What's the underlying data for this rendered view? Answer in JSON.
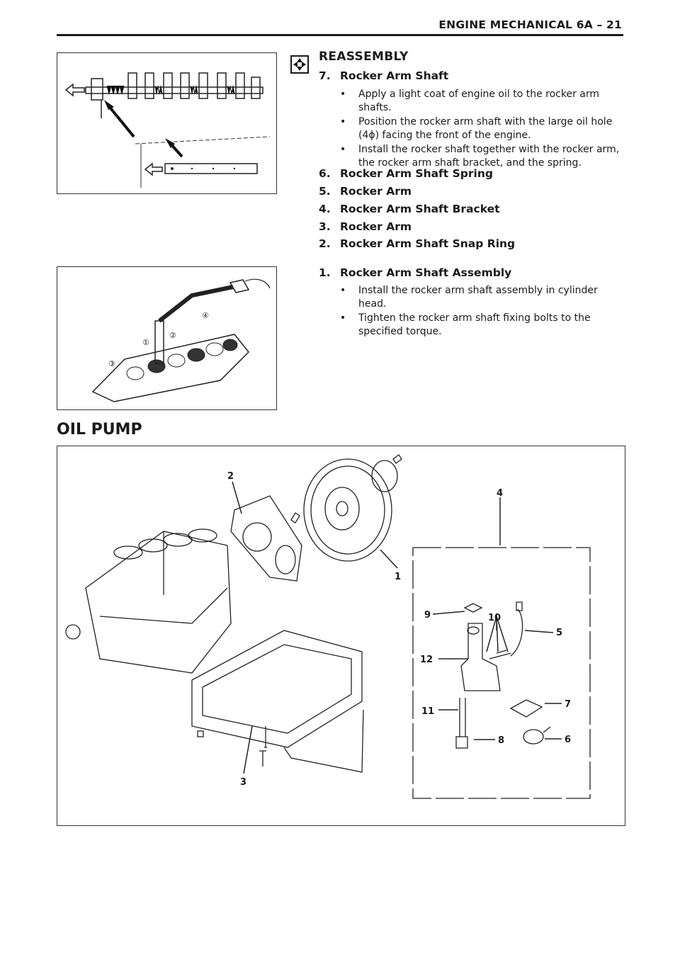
{
  "header": {
    "title": "ENGINE MECHANICAL 6A – 21"
  },
  "reassembly": {
    "icon": "reassembly-icon",
    "heading": "REASSEMBLY",
    "steps": [
      {
        "num": "7.",
        "title": "Rocker Arm Shaft",
        "bullets": [
          "Apply a light coat of engine oil to the rocker arm shafts.",
          "Position the rocker arm shaft with the large oil hole (4ϕ) facing the front of the engine.",
          "Install the rocker shaft together with the rocker arm, the rocker arm shaft bracket, and the spring."
        ]
      },
      {
        "num": "6.",
        "title": "Rocker Arm Shaft Spring"
      },
      {
        "num": "5.",
        "title": "Rocker Arm"
      },
      {
        "num": "4.",
        "title": "Rocker Arm Shaft Bracket"
      },
      {
        "num": "3.",
        "title": "Rocker Arm"
      },
      {
        "num": "2.",
        "title": "Rocker Arm Shaft Snap Ring"
      },
      {
        "num": "1.",
        "title": "Rocker Arm Shaft Assembly",
        "bullets": [
          "Install the rocker arm shaft assembly in cylinder head.",
          "Tighten the rocker arm shaft fixing bolts to the specified torque."
        ]
      }
    ]
  },
  "figure2": {
    "labels": [
      "①",
      "②",
      "③",
      "④"
    ]
  },
  "oil_pump": {
    "title": "OIL PUMP",
    "callouts": [
      "1",
      "2",
      "3",
      "4",
      "5",
      "6",
      "7",
      "8",
      "9",
      "10",
      "11",
      "12"
    ]
  }
}
